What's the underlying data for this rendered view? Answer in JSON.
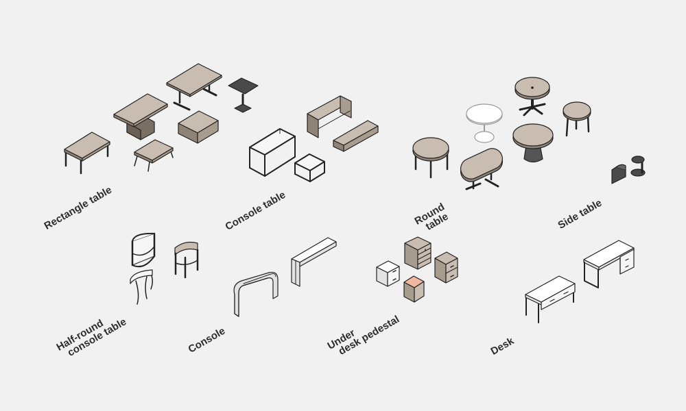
{
  "categories": {
    "rectangle_table": "Rectangle table",
    "console_table": "Console table",
    "round_table": [
      "Round",
      "table"
    ],
    "side_table": "Side table",
    "half_round_console_table": [
      "Half-round",
      "console table"
    ],
    "console": "Console",
    "under_desk_pedestal": [
      "Under",
      "desk pedestal"
    ],
    "desk": "Desk"
  },
  "colors": {
    "background": "#f1f1f1",
    "text": "#2d2d2d",
    "wood": "#c8bdb0",
    "wood_side": "#a89c8e",
    "wood_dark": "#8f8375",
    "metal": "#4a4a4a",
    "white_top": "#ffffff",
    "white_side": "#e3e3e3",
    "accent_peach": "#f0b8a0"
  }
}
